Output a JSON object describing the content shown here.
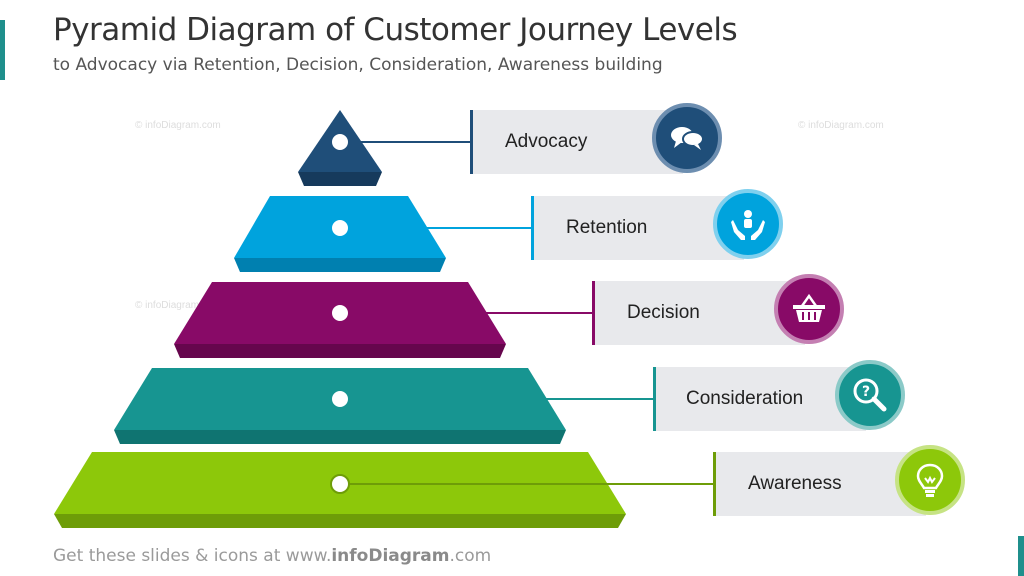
{
  "header": {
    "title": "Pyramid Diagram of Customer Journey Levels",
    "subtitle": "to Advocacy via Retention, Decision, Consideration, Awareness building"
  },
  "footer": {
    "prefix": "Get these slides & icons at www.",
    "brand": "infoDiagram",
    "suffix": ".com"
  },
  "watermark": "© infoDiagram.com",
  "levels": [
    {
      "label": "Advocacy",
      "icon": "speech-bubbles-icon",
      "color": "#1f4e79",
      "dark": "#163a5c",
      "ring": "#6d8eb0"
    },
    {
      "label": "Retention",
      "icon": "hands-person-icon",
      "color": "#00a3dd",
      "dark": "#0080b0",
      "ring": "#7fd0ee"
    },
    {
      "label": "Decision",
      "icon": "shopping-basket-icon",
      "color": "#880a67",
      "dark": "#66064d",
      "ring": "#c47fb2"
    },
    {
      "label": "Consideration",
      "icon": "magnifier-question-icon",
      "color": "#179591",
      "dark": "#0f7471",
      "ring": "#8bcac8"
    },
    {
      "label": "Awareness",
      "icon": "lightbulb-icon",
      "color": "#8dc80a",
      "dark": "#6e9d08",
      "ring": "#c6e384"
    }
  ]
}
